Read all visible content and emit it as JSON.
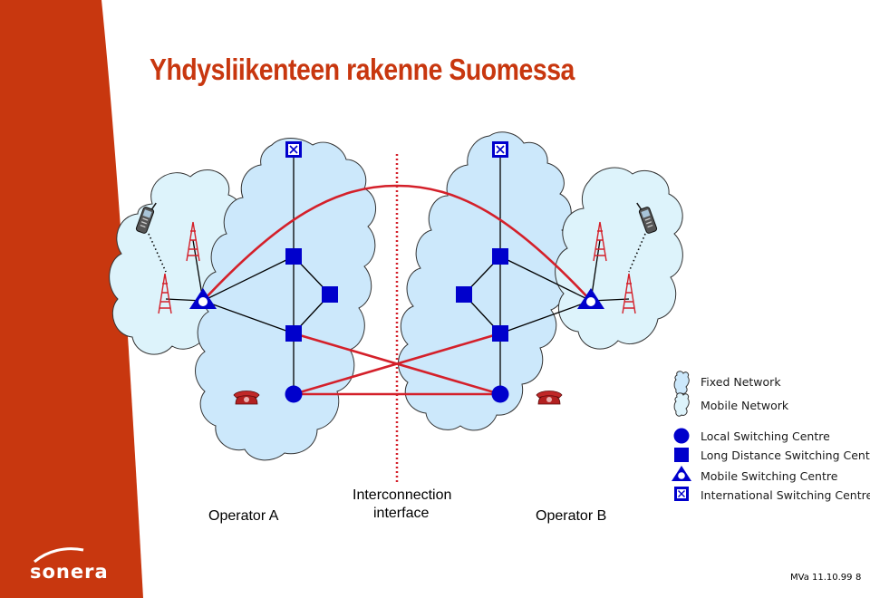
{
  "title": "Yhdysliikenteen rakenne Suomessa",
  "labels": {
    "operator_a": "Operator A",
    "operator_b": "Operator B",
    "interconnection_line1": "Interconnection",
    "interconnection_line2": "interface"
  },
  "legend": {
    "fixed_network": "Fixed Network",
    "mobile_network": "Mobile Network",
    "local_switching": "Local Switching Centre",
    "long_distance_switching": "Long Distance Switching Centre",
    "mobile_switching": "Mobile Switching Centre",
    "international_switching": "International Switching Centre"
  },
  "logo": "sonera",
  "footer": {
    "ref": "MVa 11.10.99",
    "page": "8"
  },
  "colors": {
    "brand": "#c8370f",
    "switch_blue": "#0000cc",
    "interconnect_red": "#d4202a",
    "fixed_cloud": "#cce8fb",
    "mobile_cloud": "#ddf3fb"
  }
}
